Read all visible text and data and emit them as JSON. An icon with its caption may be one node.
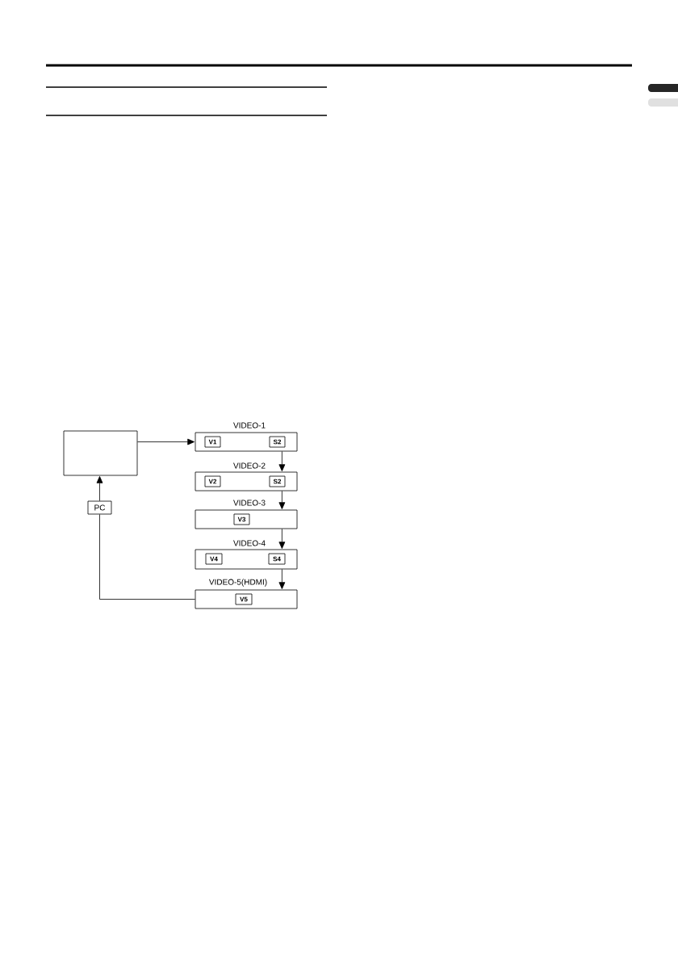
{
  "diagram": {
    "nodes": [
      {
        "text": [],
        "shape": "box"
      },
      {
        "text": [
          "VIDEO-1"
        ]
      },
      {
        "text": [
          "V1"
        ],
        "in": 1
      },
      {
        "text": [
          "S2"
        ],
        "in": 1
      },
      {
        "text": [
          "VIDEO-2"
        ]
      },
      {
        "text": [
          "V2"
        ],
        "in": 4
      },
      {
        "text": [
          "S2"
        ],
        "in": 4
      },
      {
        "text": [
          "VIDEO-3"
        ]
      },
      {
        "text": [
          "V3"
        ],
        "in": 7
      },
      {
        "text": [
          "VIDEO-4"
        ]
      },
      {
        "text": [
          "V4"
        ],
        "in": 9
      },
      {
        "text": [
          "S4"
        ],
        "in": 9
      },
      {
        "text": [
          "VIDEO-5(HDMI)"
        ]
      },
      {
        "text": [
          "V5"
        ],
        "in": 12
      },
      {
        "text": [
          "PC"
        ]
      }
    ],
    "edges": [
      {
        "from": 0,
        "to": 1,
        "arrow": "to"
      },
      {
        "from": 1,
        "to": 4,
        "arrow": "to"
      },
      {
        "from": 4,
        "to": 7,
        "arrow": "to"
      },
      {
        "from": 7,
        "to": 9,
        "arrow": "to"
      },
      {
        "from": 9,
        "to": 12,
        "arrow": "to"
      },
      {
        "from": 12,
        "to": 14,
        "arrow": "none"
      },
      {
        "from": 14,
        "to": 0,
        "arrow": "to"
      }
    ]
  }
}
